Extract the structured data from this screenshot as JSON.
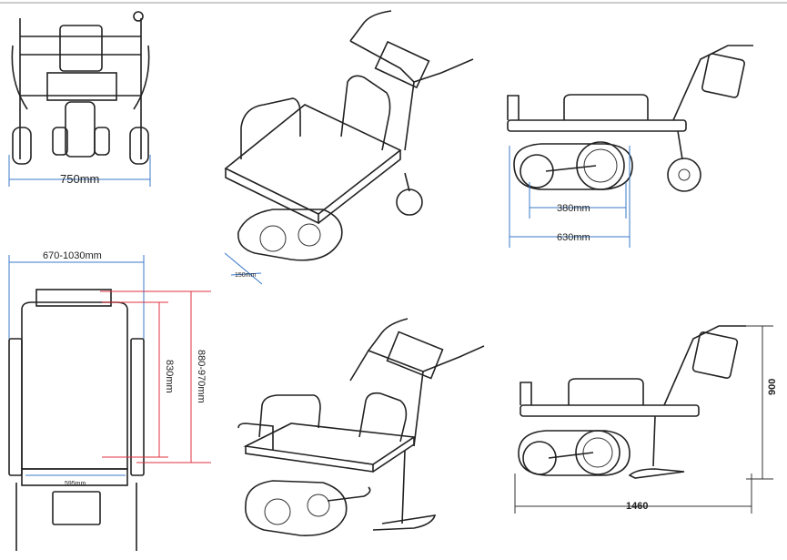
{
  "dimensions": {
    "front_width": "750mm",
    "track_width": "150mm",
    "track_length": "380mm",
    "side_length": "630mm",
    "top_width": "670-1030mm",
    "deck_length": "830mm",
    "total_length_range": "880-970mm",
    "deck_width": "595mm",
    "height": "900",
    "overall_length": "1460"
  },
  "colors": {
    "line": "#222222",
    "dimension_blue": "#3a78c9",
    "dimension_red": "#e03040"
  }
}
